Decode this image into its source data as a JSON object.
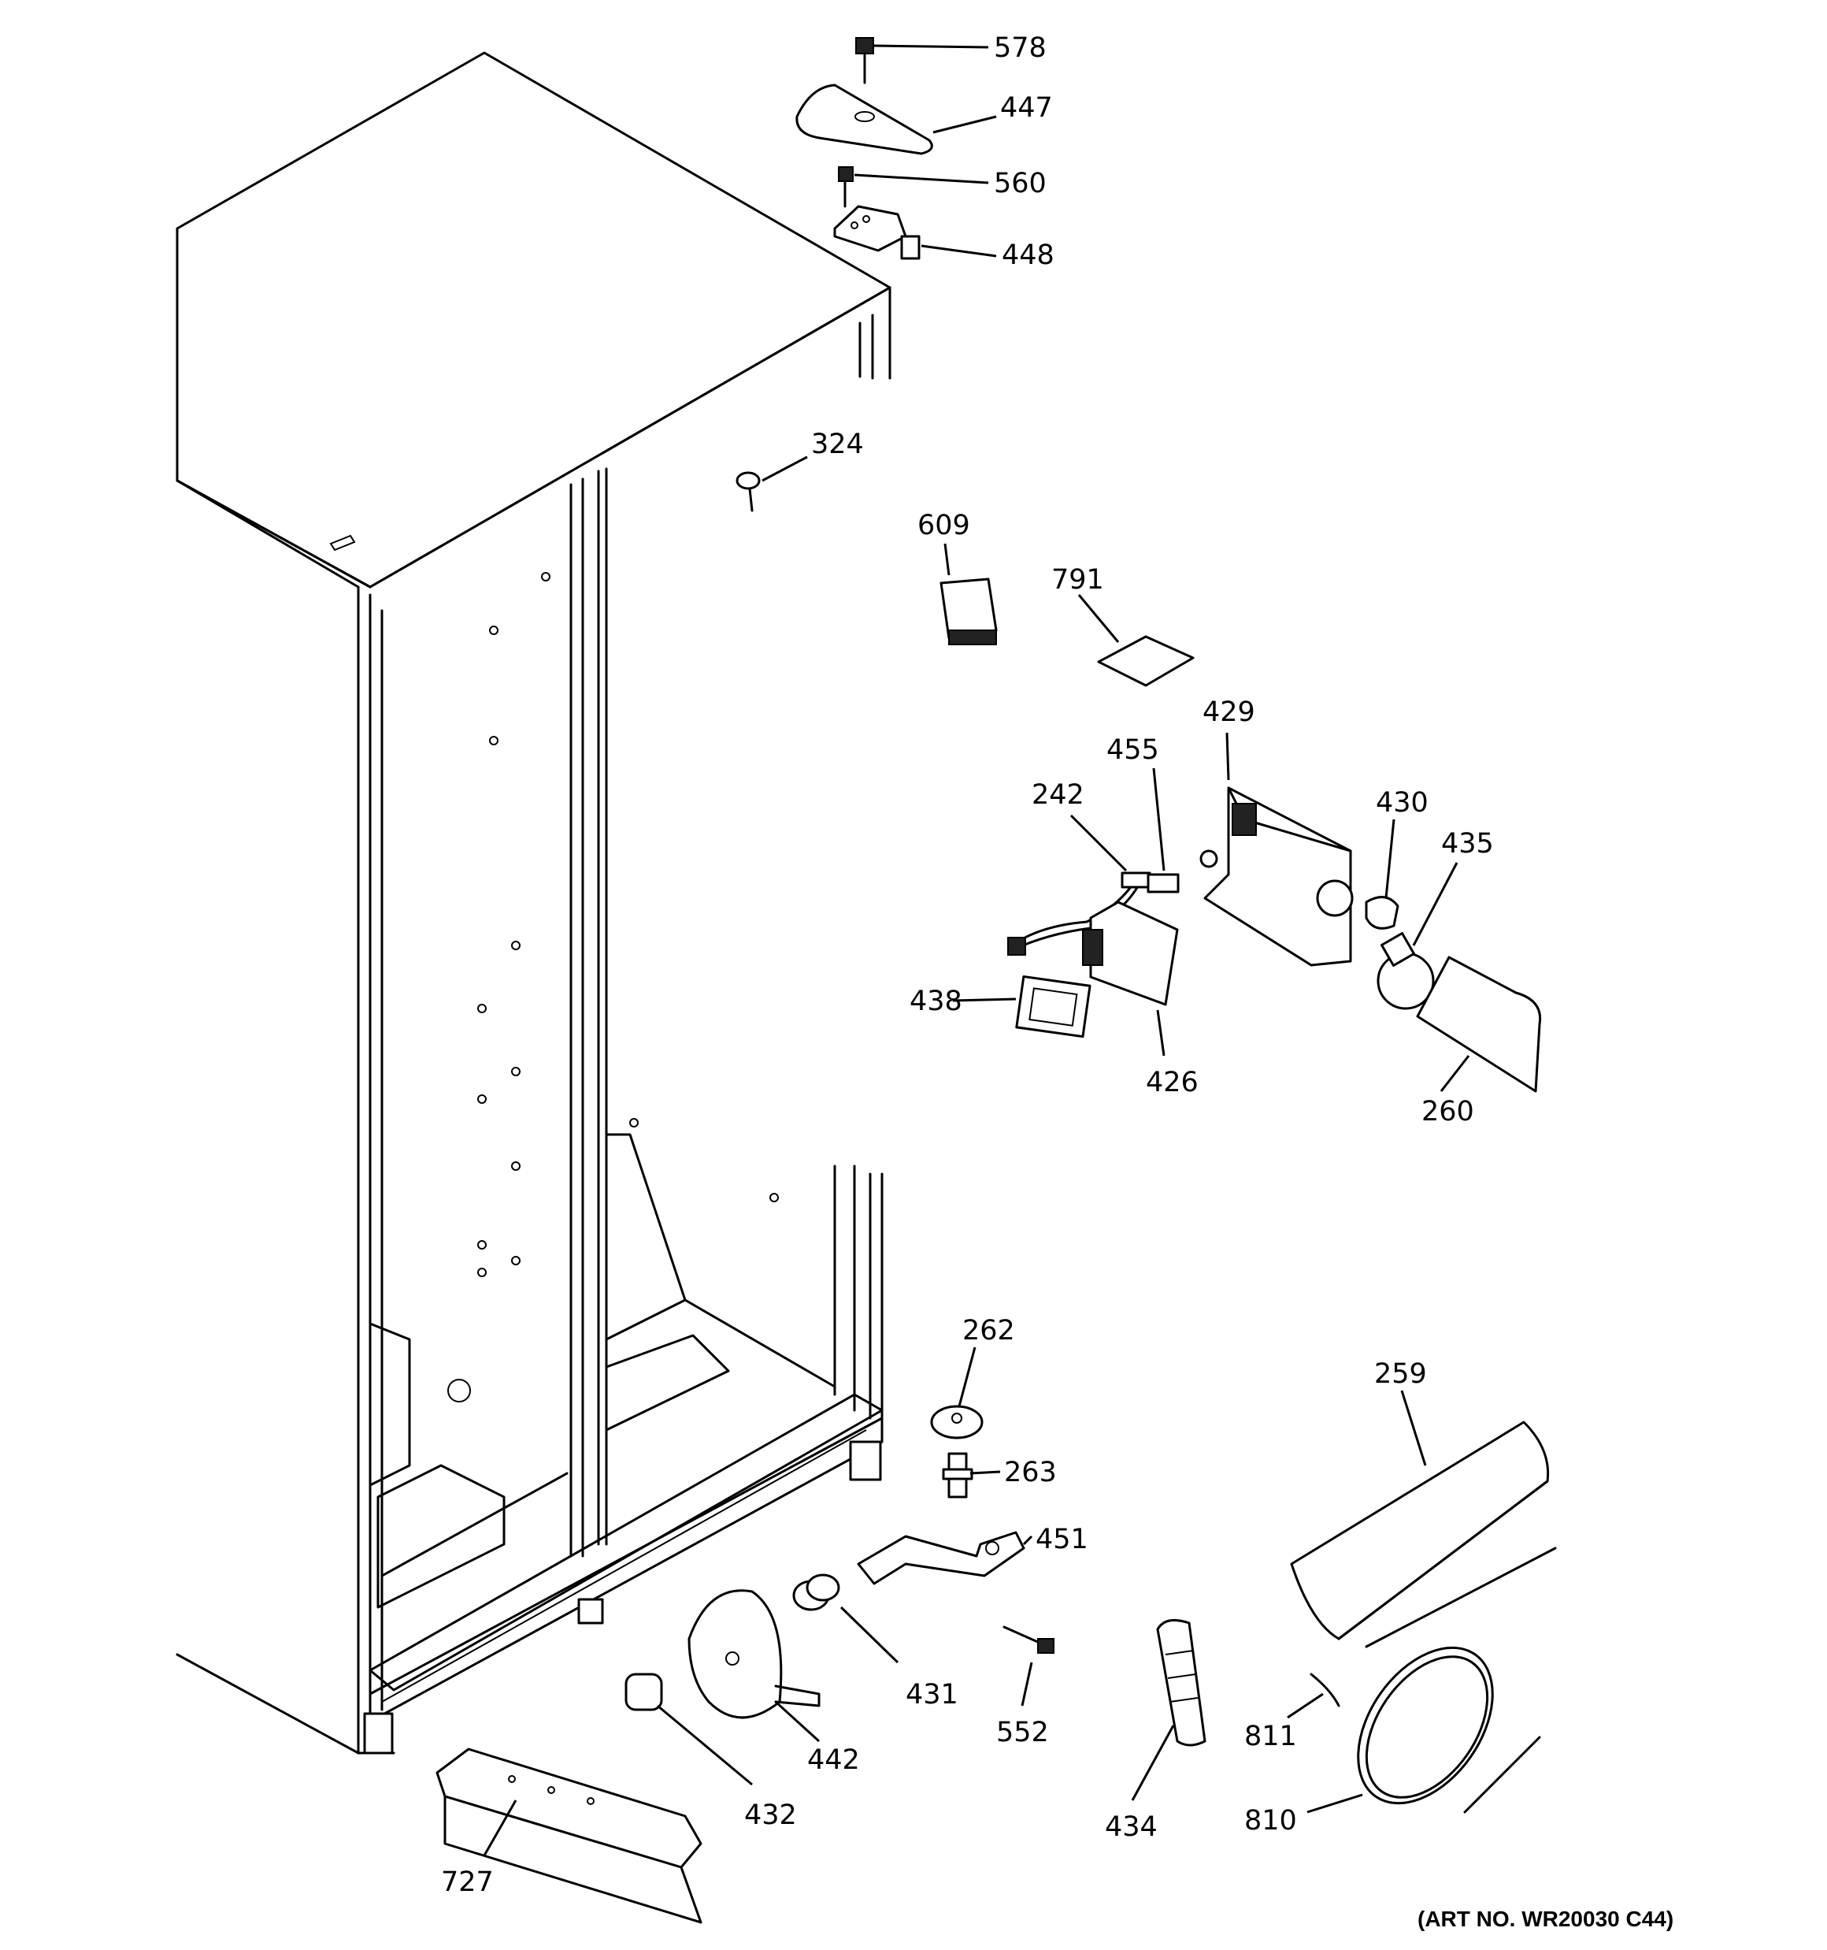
{
  "art_number": "(ART NO. WR20030 C44)",
  "callouts": [
    {
      "id": "578",
      "label": "578"
    },
    {
      "id": "447",
      "label": "447"
    },
    {
      "id": "560",
      "label": "560"
    },
    {
      "id": "448",
      "label": "448"
    },
    {
      "id": "324",
      "label": "324"
    },
    {
      "id": "609",
      "label": "609"
    },
    {
      "id": "791",
      "label": "791"
    },
    {
      "id": "429",
      "label": "429"
    },
    {
      "id": "455",
      "label": "455"
    },
    {
      "id": "242",
      "label": "242"
    },
    {
      "id": "430",
      "label": "430"
    },
    {
      "id": "435",
      "label": "435"
    },
    {
      "id": "438",
      "label": "438"
    },
    {
      "id": "426",
      "label": "426"
    },
    {
      "id": "260",
      "label": "260"
    },
    {
      "id": "262",
      "label": "262"
    },
    {
      "id": "263",
      "label": "263"
    },
    {
      "id": "451",
      "label": "451"
    },
    {
      "id": "259",
      "label": "259"
    },
    {
      "id": "431",
      "label": "431"
    },
    {
      "id": "552",
      "label": "552"
    },
    {
      "id": "442",
      "label": "442"
    },
    {
      "id": "811",
      "label": "811"
    },
    {
      "id": "432",
      "label": "432"
    },
    {
      "id": "434",
      "label": "434"
    },
    {
      "id": "810",
      "label": "810"
    },
    {
      "id": "727",
      "label": "727"
    }
  ]
}
